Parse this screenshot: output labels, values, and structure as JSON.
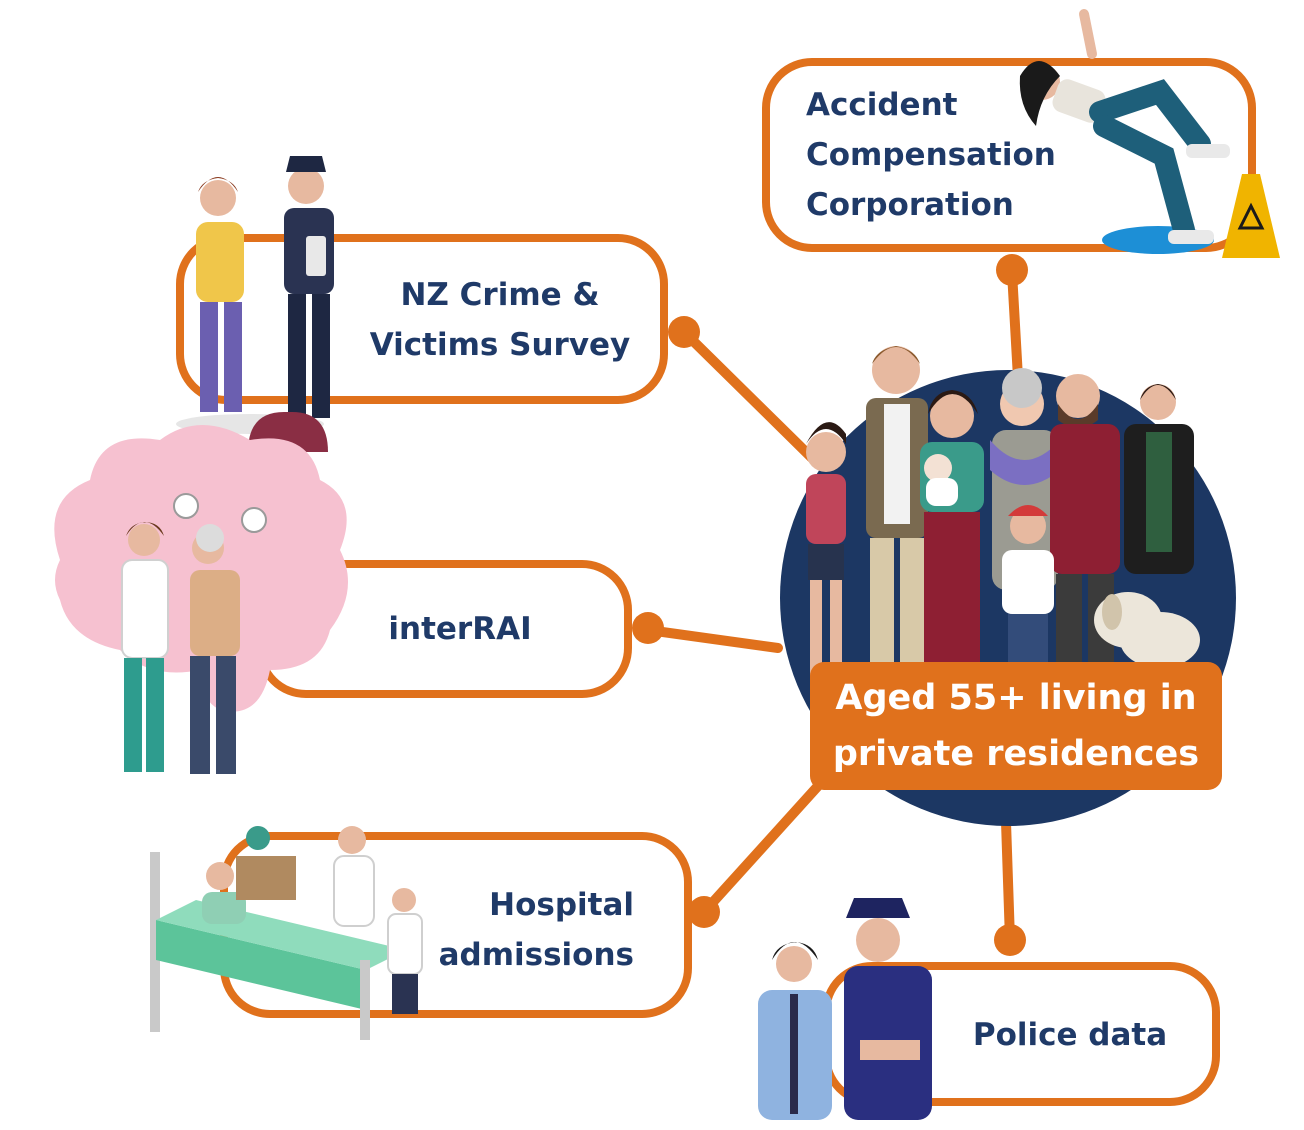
{
  "colors": {
    "accent_orange": "#e0711c",
    "text_navy": "#1f3a68",
    "circle_navy": "#1c3763",
    "background": "#ffffff"
  },
  "center": {
    "line1": "Aged 55+ living in",
    "line2": "private residences",
    "illustration": "family-group-illustration"
  },
  "sources": [
    {
      "id": "acc",
      "lines": [
        "Accident",
        "Compensation",
        "Corporation"
      ],
      "illustration": "slip-and-fall-illustration"
    },
    {
      "id": "crime",
      "lines": [
        "NZ Crime &",
        "Victims Survey"
      ],
      "illustration": "police-officer-and-victim-illustration"
    },
    {
      "id": "interrai",
      "lines": [
        "interRAI"
      ],
      "illustration": "brain-and-doctor-illustration"
    },
    {
      "id": "hospital",
      "lines": [
        "Hospital",
        "admissions"
      ],
      "illustration": "hospital-bed-illustration"
    },
    {
      "id": "police",
      "lines": [
        "Police data"
      ],
      "illustration": "police-officers-illustration"
    }
  ]
}
